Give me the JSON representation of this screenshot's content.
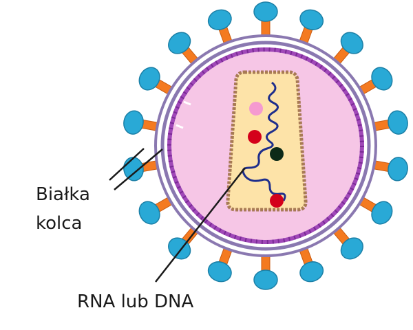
{
  "labels": {
    "spike_proteins_line1": "Białka",
    "spike_proteins_line2": "kolca",
    "genome": "RNA lub DNA"
  },
  "colors": {
    "spike_head": "#29a9d6",
    "spike_stalk": "#f47a20",
    "outer_membrane": "#8a78b0",
    "outer_membrane_dark": "#5a4a80",
    "matrix": "#f6c6e6",
    "inner_membrane": "#a048b8",
    "capsid_fill": "#fde3a8",
    "capsid_border": "#a87a55",
    "nucleic_acid": "#1e2e8c",
    "protein_pink": "#f59ad0",
    "protein_red": "#d4001a",
    "protein_dark": "#0c2a18",
    "leader_line": "#1a1a1a"
  },
  "icons": {
    "virion": "virus-particle-icon",
    "spike": "spike-protein-icon"
  }
}
